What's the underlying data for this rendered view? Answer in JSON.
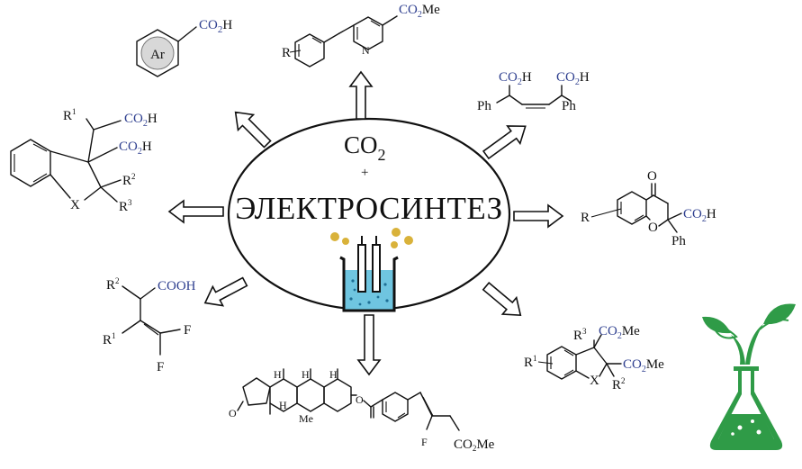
{
  "center": {
    "title_main": "CO",
    "title_sub": "2",
    "plus": "+",
    "subtitle": "ЭЛЕКТРОСИНТЕЗ"
  },
  "products": {
    "aryl_acid": {
      "ring_label": "Ar",
      "group": "CO",
      "group_sub": "2",
      "group_end": "H"
    },
    "pyridine": {
      "r": "R",
      "n": "N",
      "group": "CO",
      "group_sub": "2",
      "group_end": "Me"
    },
    "diacid": {
      "group1": "CO",
      "g1_sub": "2",
      "g1_end": "H",
      "group2": "CO",
      "g2_sub": "2",
      "g2_end": "H",
      "ph1": "Ph",
      "ph2": "Ph"
    },
    "chromanone": {
      "o_top": "O",
      "o_ring": "O",
      "r": "R",
      "group": "CO",
      "group_sub": "2",
      "group_end": "H",
      "ph": "Ph"
    },
    "indoline_ester": {
      "r1": "R",
      "r1_sup": "1",
      "r2": "R",
      "r2_sup": "2",
      "r3": "R",
      "r3_sup": "3",
      "x": "X",
      "e1": "CO",
      "e1_sub": "2",
      "e1_end": "Me",
      "e2": "CO",
      "e2_sub": "2",
      "e2_end": "Me"
    },
    "steroid": {
      "h1": "H",
      "h2": "H",
      "h3": "H",
      "h4": "H",
      "me": "Me",
      "o_ketone": "O",
      "o_ester": "O",
      "f": "F",
      "ester": "CO",
      "ester_sub": "2",
      "ester_end": "Me"
    },
    "difluoro": {
      "r2": "R",
      "r2_sup": "2",
      "r1": "R",
      "r1_sup": "1",
      "acid": "COOH",
      "f1": "F",
      "f2": "F"
    },
    "indane_diacid": {
      "r1": "R",
      "r1_sup": "1",
      "r2": "R",
      "r2_sup": "2",
      "r3": "R",
      "r3_sup": "3",
      "x": "X",
      "a1": "CO",
      "a1_sub": "2",
      "a1_end": "H",
      "a2": "CO",
      "a2_sub": "2",
      "a2_end": "H"
    }
  },
  "colors": {
    "acid_group": "#2e3f8f",
    "beaker_liquid": "#6fc5e0",
    "beaker_bubbles": "#1e6f95",
    "gold": "#d9b23a",
    "flask_green": "#2f9b47"
  },
  "icons": [
    "electrochemical-cell-icon",
    "green-chemistry-flask-icon"
  ]
}
